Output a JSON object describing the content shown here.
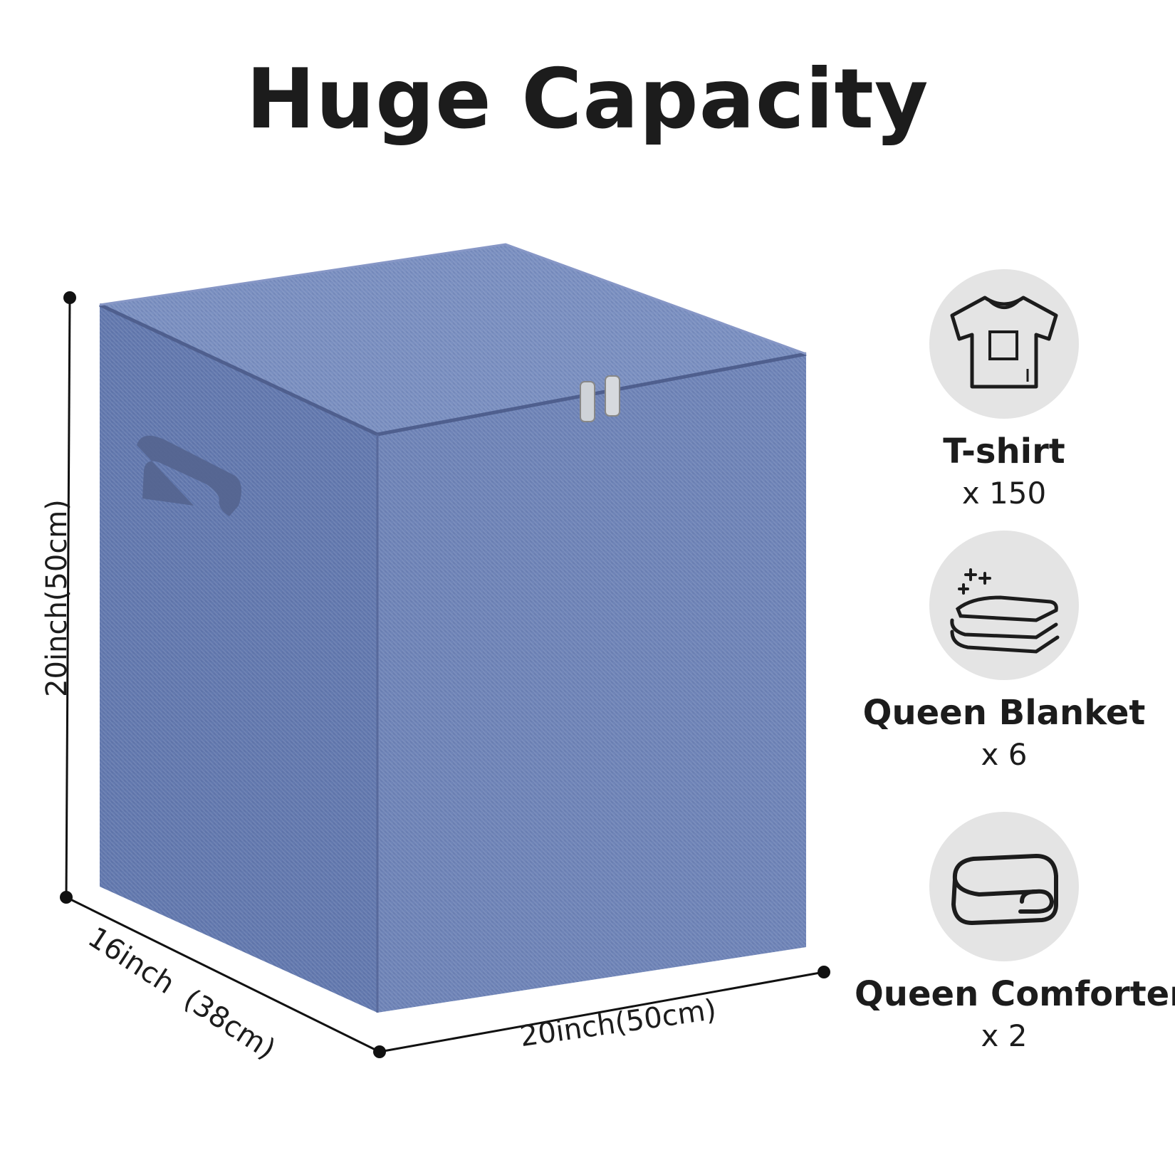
{
  "title": "Huge Capacity",
  "dimensions": {
    "height_label": "20inch(50cm)",
    "depth_label": "16inch  (38cm)",
    "width_label": "20inch(50cm)"
  },
  "capacity_items": [
    {
      "name": "T-shirt",
      "quantity": "x 150",
      "icon": "tshirt-icon"
    },
    {
      "name": "Queen Blanket",
      "quantity": "x 6",
      "icon": "blanket-icon"
    },
    {
      "name": "Queen Comforter",
      "quantity": "x 2",
      "icon": "comforter-icon"
    }
  ],
  "colors": {
    "box_front": "#6f83b5",
    "box_top": "#7a8fbf",
    "box_side": "#5f72a6",
    "icon_circle": "#e4e4e4",
    "text": "#1c1c1c"
  }
}
